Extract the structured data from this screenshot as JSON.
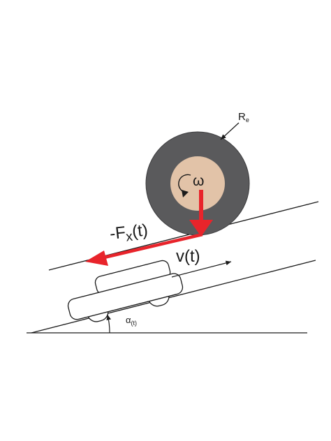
{
  "labels": {
    "wheel_radius": "R",
    "wheel_radius_sub": "e",
    "angular_velocity": "ω",
    "force": "-F",
    "force_sub": "x",
    "force_arg": "(t)",
    "velocity": "v(t)",
    "angle": "α",
    "angle_sub": "(t)"
  },
  "colors": {
    "force_arrow": "#e8242b",
    "tire": "#5a5a5c",
    "hub": "#e2c3a8",
    "line": "#1a1a1a"
  }
}
